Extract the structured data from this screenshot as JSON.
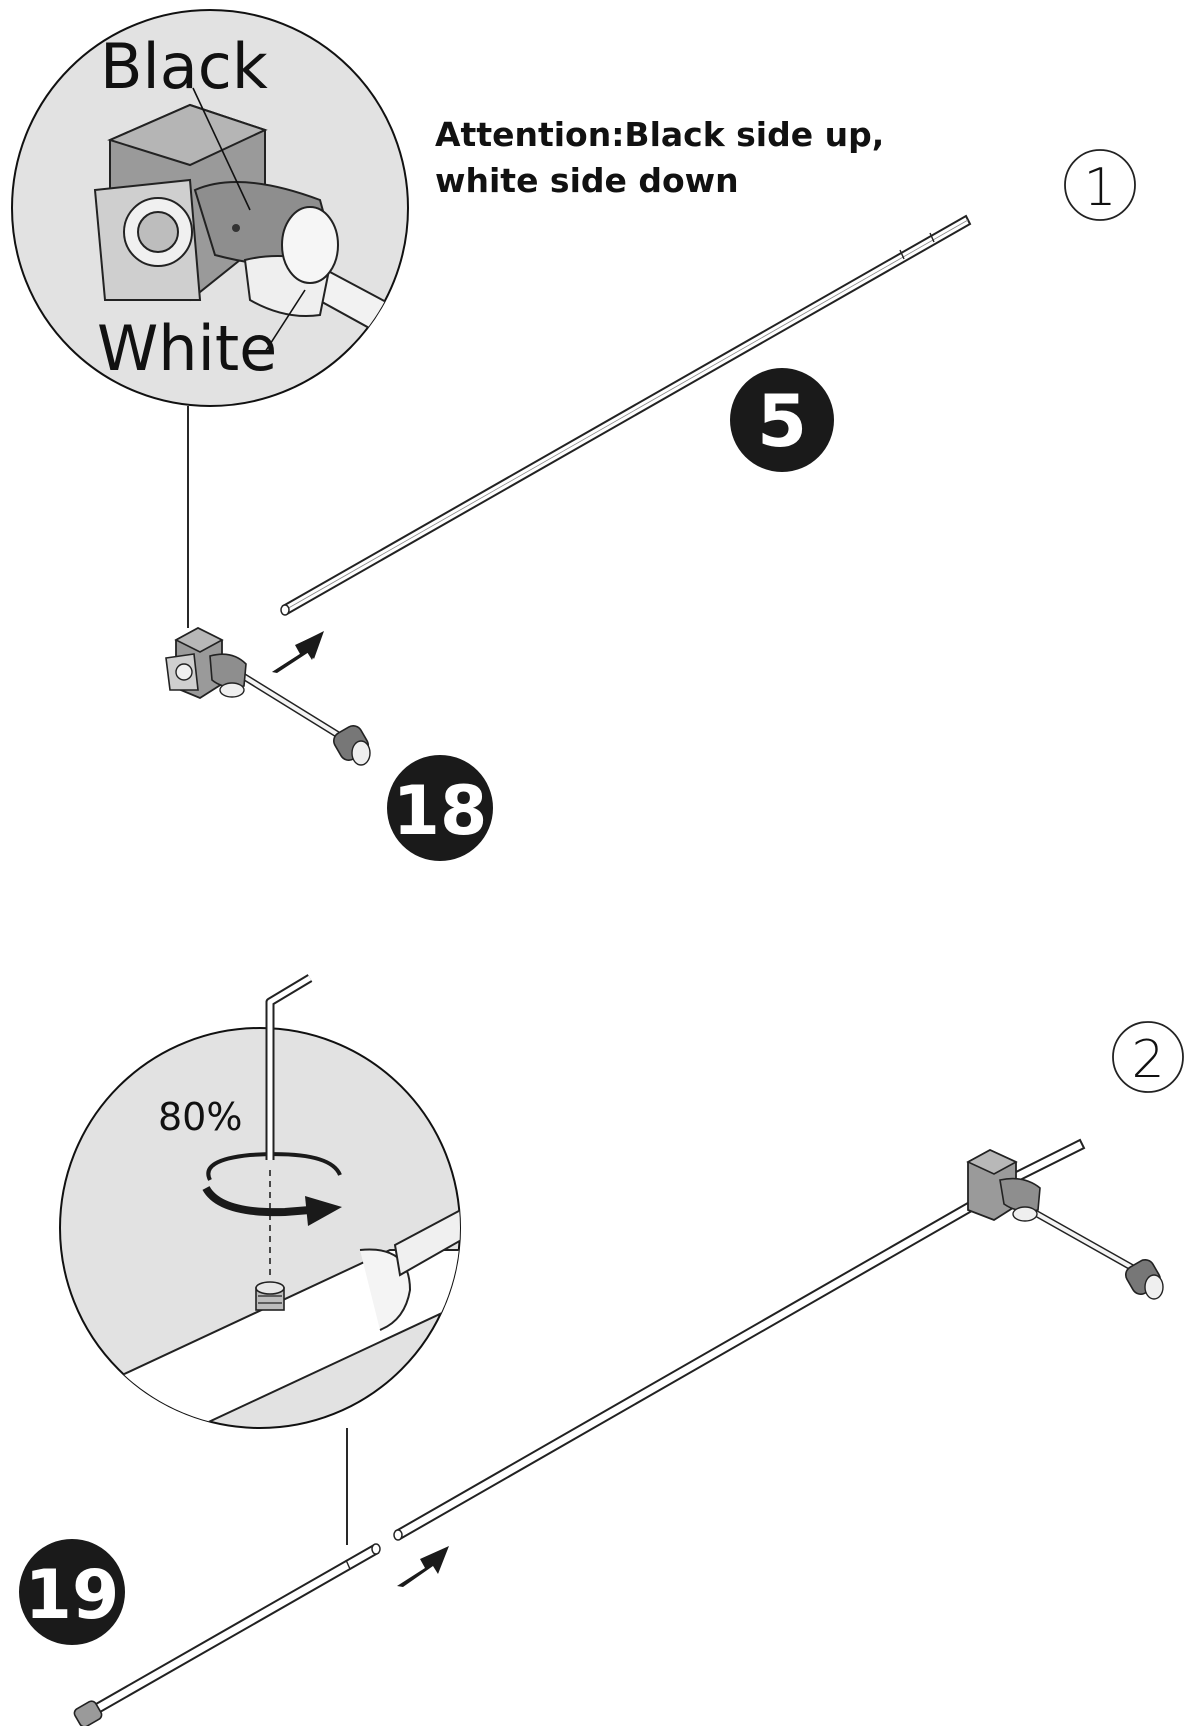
{
  "attention": {
    "line1": "Attention:Black side up,",
    "line2": "white side down"
  },
  "step1": {
    "number": "1",
    "callout_top_label": "Black",
    "callout_bottom_label": "White",
    "parts": [
      {
        "id": "5"
      },
      {
        "id": "18"
      }
    ]
  },
  "step2": {
    "number": "2",
    "tighten_label": "80%",
    "parts": [
      {
        "id": "19"
      }
    ]
  },
  "colors": {
    "ink": "#111111",
    "callout_fill": "#e2e2e2",
    "connector_grey": "#8a8a8a",
    "badge": "#1a1a1a"
  },
  "icons": [
    "step-number-circle",
    "arrow-icon",
    "rotation-arrow-icon",
    "hex-key-icon"
  ]
}
